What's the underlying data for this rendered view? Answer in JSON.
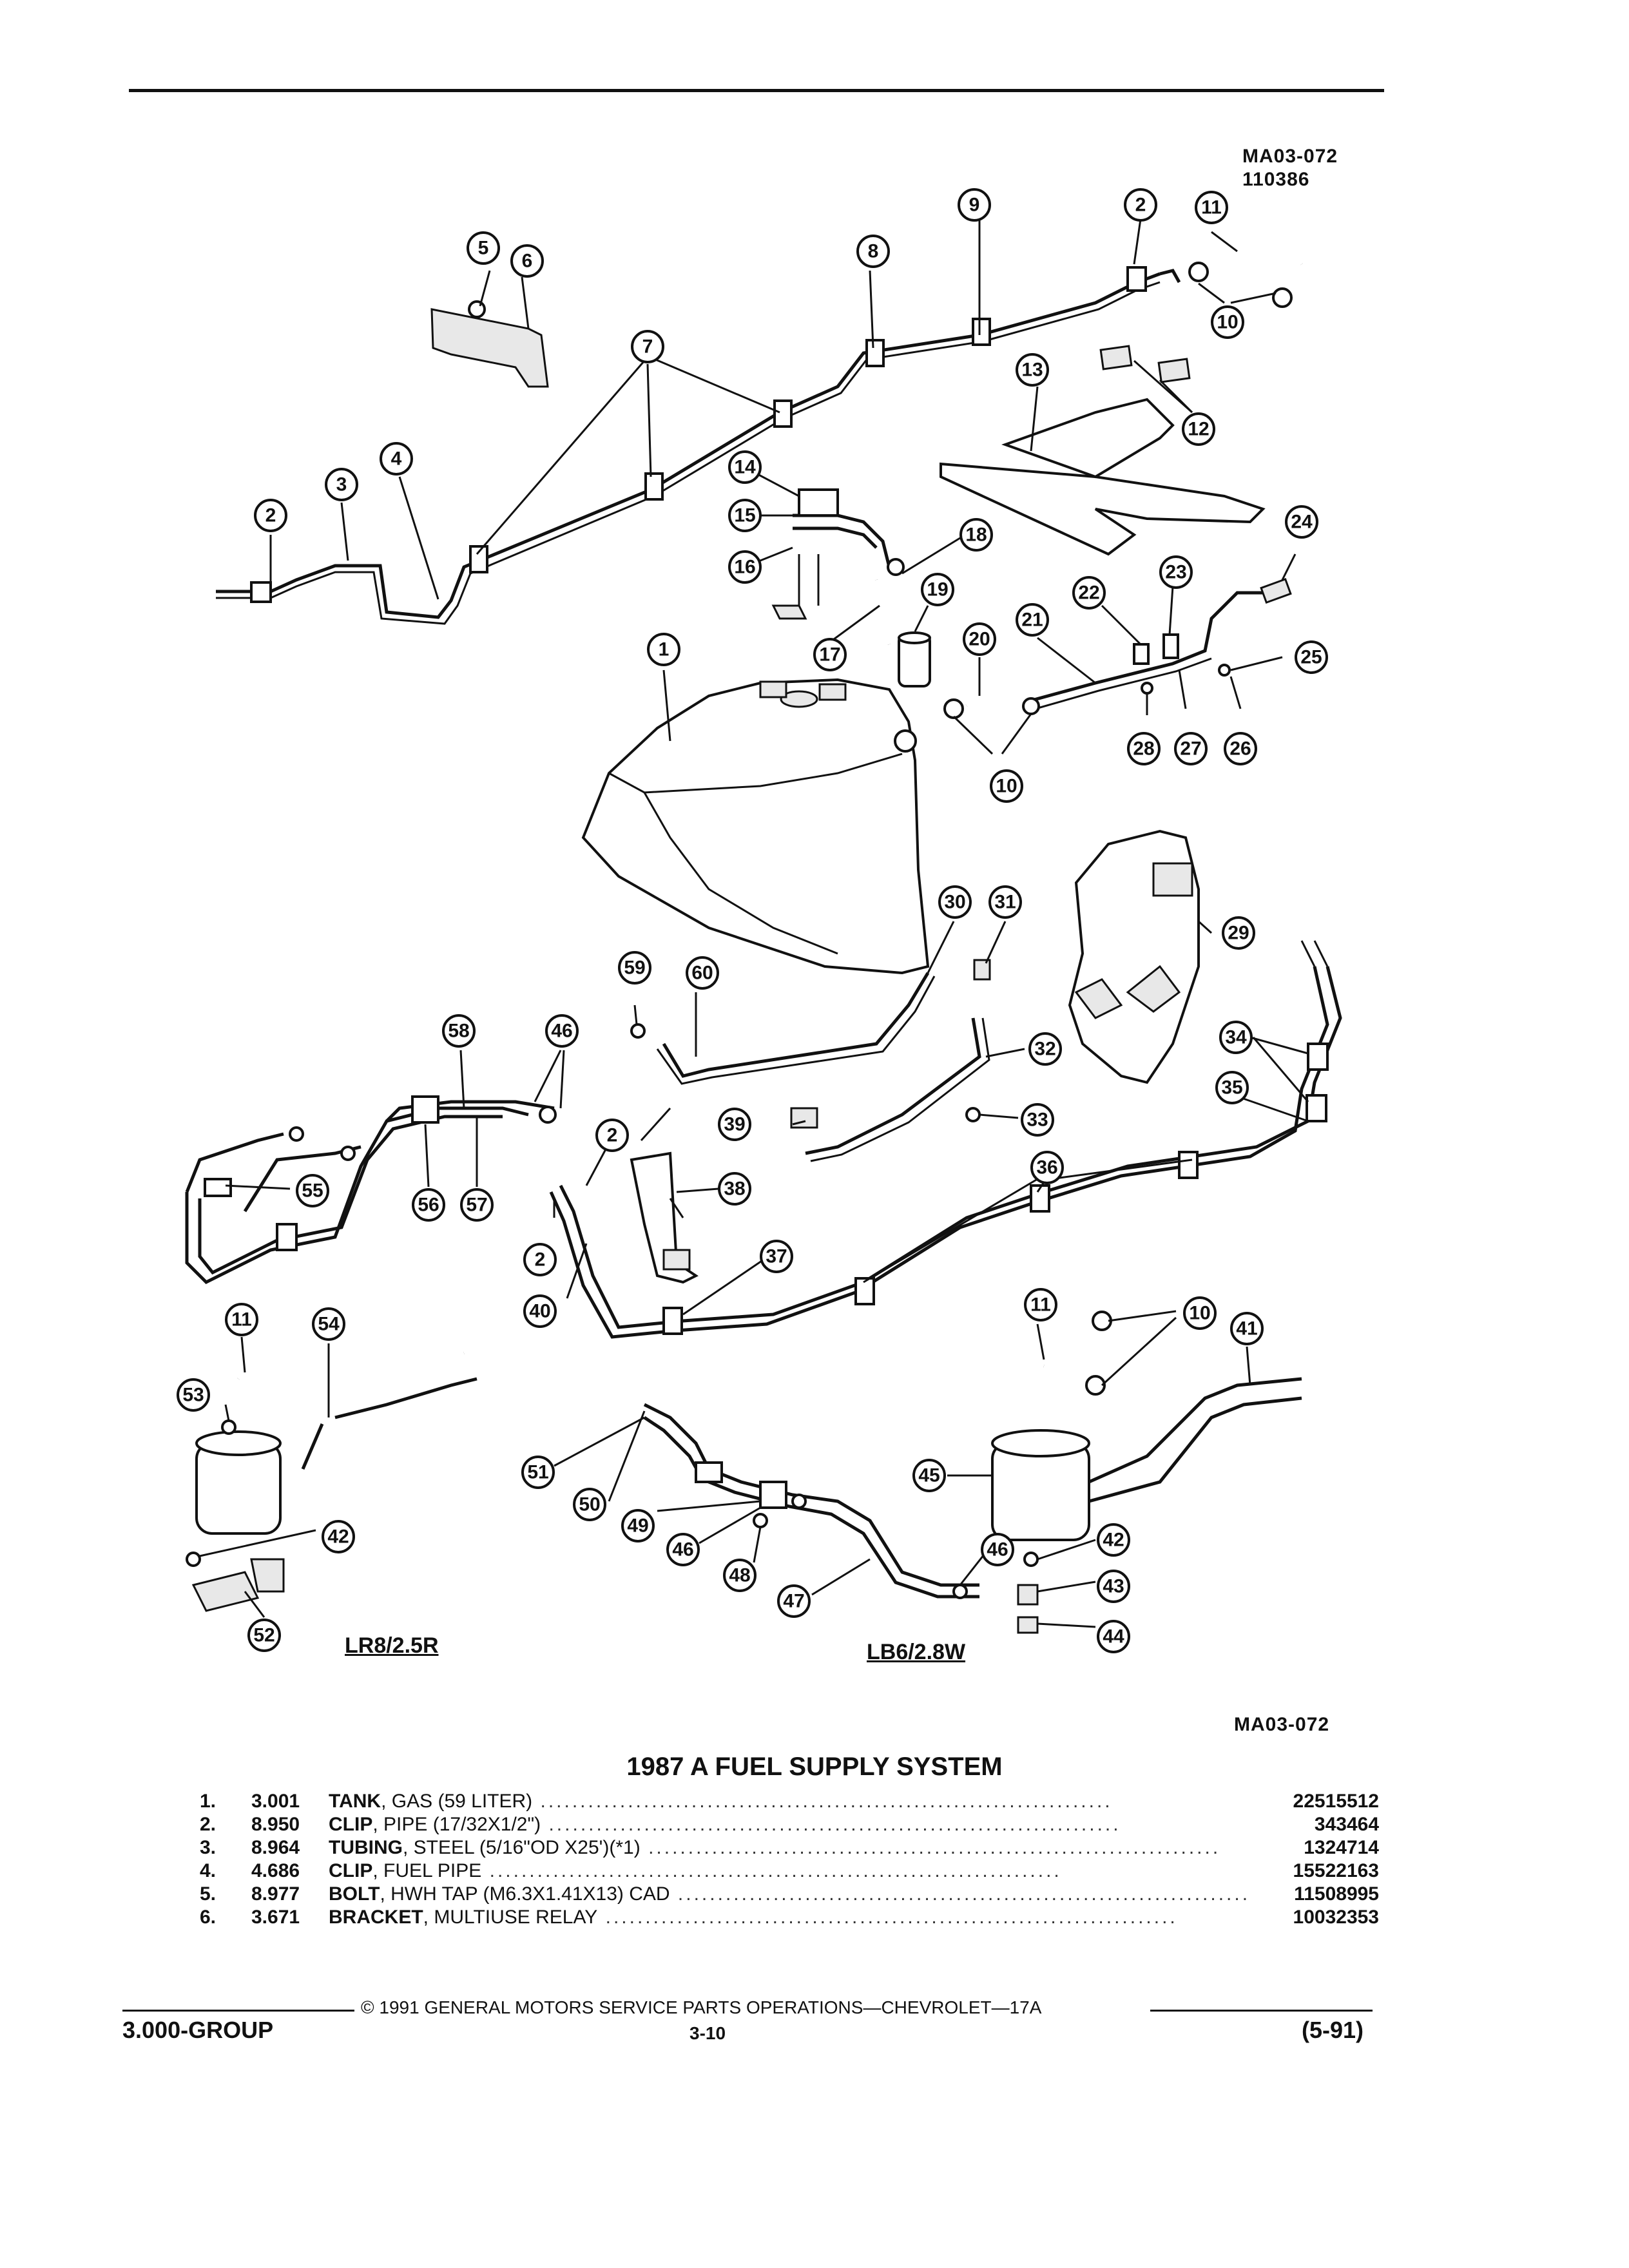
{
  "header": {
    "ref_code": "MA03-072",
    "ref_date": "110386"
  },
  "diagram": {
    "callouts": [
      "1",
      "2",
      "3",
      "4",
      "5",
      "6",
      "7",
      "8",
      "9",
      "10",
      "11",
      "12",
      "13",
      "14",
      "15",
      "16",
      "17",
      "18",
      "19",
      "20",
      "21",
      "22",
      "23",
      "24",
      "25",
      "26",
      "27",
      "28",
      "29",
      "30",
      "31",
      "32",
      "33",
      "34",
      "35",
      "36",
      "37",
      "38",
      "39",
      "40",
      "41",
      "42",
      "43",
      "44",
      "45",
      "46",
      "47",
      "48",
      "49",
      "50",
      "51",
      "52",
      "53",
      "54",
      "55",
      "56",
      "57",
      "58",
      "59",
      "60"
    ],
    "variant_left": "LR8/2.5R",
    "variant_right": "LB6/2.8W",
    "bottom_ref": "MA03-072"
  },
  "parts_list": {
    "title": "1987 A FUEL SUPPLY SYSTEM",
    "items": [
      {
        "num": "1.",
        "group": "3.001",
        "desc_bold": "TANK",
        "desc_rest": ", GAS (59 LITER)",
        "part_no": "22515512"
      },
      {
        "num": "2.",
        "group": "8.950",
        "desc_bold": "CLIP",
        "desc_rest": ", PIPE (17/32X1/2\")",
        "part_no": "343464"
      },
      {
        "num": "3.",
        "group": "8.964",
        "desc_bold": "TUBING",
        "desc_rest": ", STEEL (5/16\"OD X25')(*1)",
        "part_no": "1324714"
      },
      {
        "num": "4.",
        "group": "4.686",
        "desc_bold": "CLIP",
        "desc_rest": ", FUEL PIPE",
        "part_no": "15522163"
      },
      {
        "num": "5.",
        "group": "8.977",
        "desc_bold": "BOLT",
        "desc_rest": ", HWH TAP (M6.3X1.41X13) CAD",
        "part_no": "11508995"
      },
      {
        "num": "6.",
        "group": "3.671",
        "desc_bold": "BRACKET",
        "desc_rest": ", MULTIUSE RELAY",
        "part_no": "10032353"
      }
    ]
  },
  "footer": {
    "copyright": "© 1991 GENERAL MOTORS SERVICE PARTS OPERATIONS—CHEVROLET—17A",
    "group": "3.000-GROUP",
    "page": "3-10",
    "date": "(5-91)"
  }
}
